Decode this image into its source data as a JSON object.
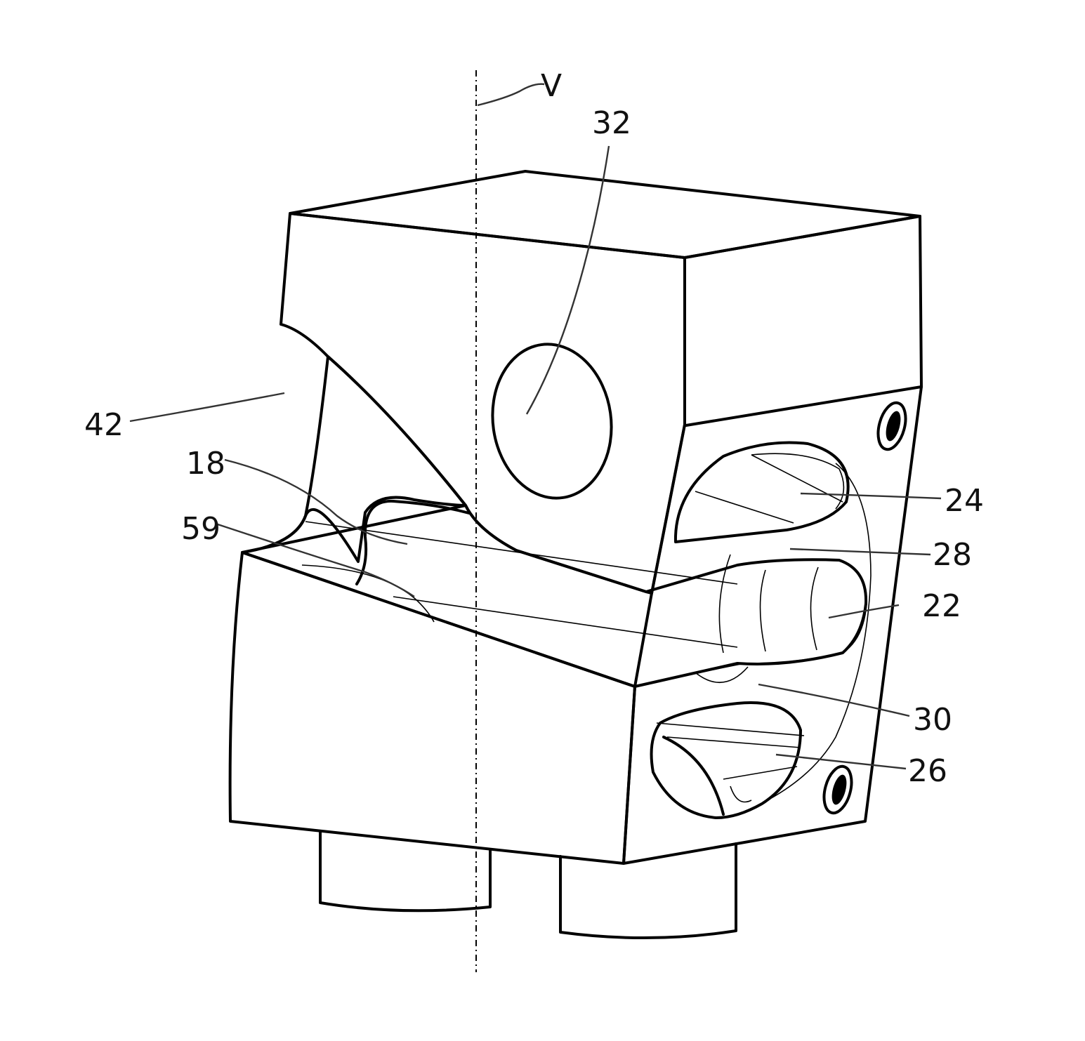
{
  "figure": {
    "labels": {
      "v": "V",
      "l32": "32",
      "l42": "42",
      "l18": "18",
      "l59": "59",
      "l24": "24",
      "l28": "28",
      "l22": "22",
      "l30": "30",
      "l26": "26"
    }
  }
}
